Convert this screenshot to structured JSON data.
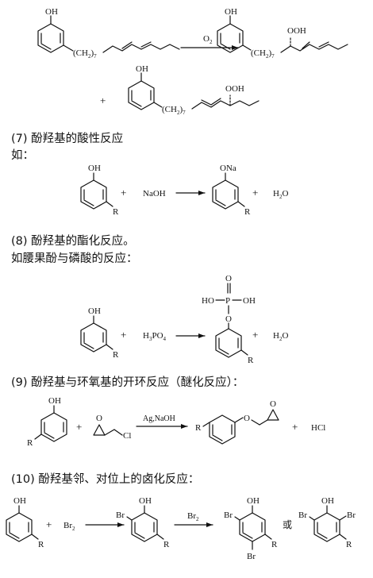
{
  "headings": {
    "h7": "(7) 酚羟基的酸性反应",
    "ru": "如：",
    "h8": "(8) 酚羟基的酯化反应。",
    "h8b": "如腰果酚与磷酸的反应：",
    "h9": "(9) 酚羟基与环氧基的开环反应（醚化反应）：",
    "h10": "(10) 酚羟基邻、对位上的卤化反应："
  },
  "labels": {
    "OH": "OH",
    "OOH": "OOH",
    "chain": "(CH",
    "two": "2",
    "seven": ")",
    "seven_sub": "7",
    "O2": "O",
    "O2sub": "2",
    "plus": "+",
    "NaOH": "NaOH",
    "ONa": "ONa",
    "R": "R",
    "H2O": "H",
    "H2Osub": "2",
    "H2Otail": "O",
    "H3PO4": "H",
    "H3sub": "3",
    "PO": "PO",
    "PO4sub": "4",
    "HO": "HO",
    "P": "P",
    "O": "O",
    "Cl": "Cl",
    "cat": "Ag,NaOH",
    "HCl": "HCl",
    "Br": "Br",
    "Br2": "Br",
    "Br2sub": "2",
    "or": "或"
  }
}
